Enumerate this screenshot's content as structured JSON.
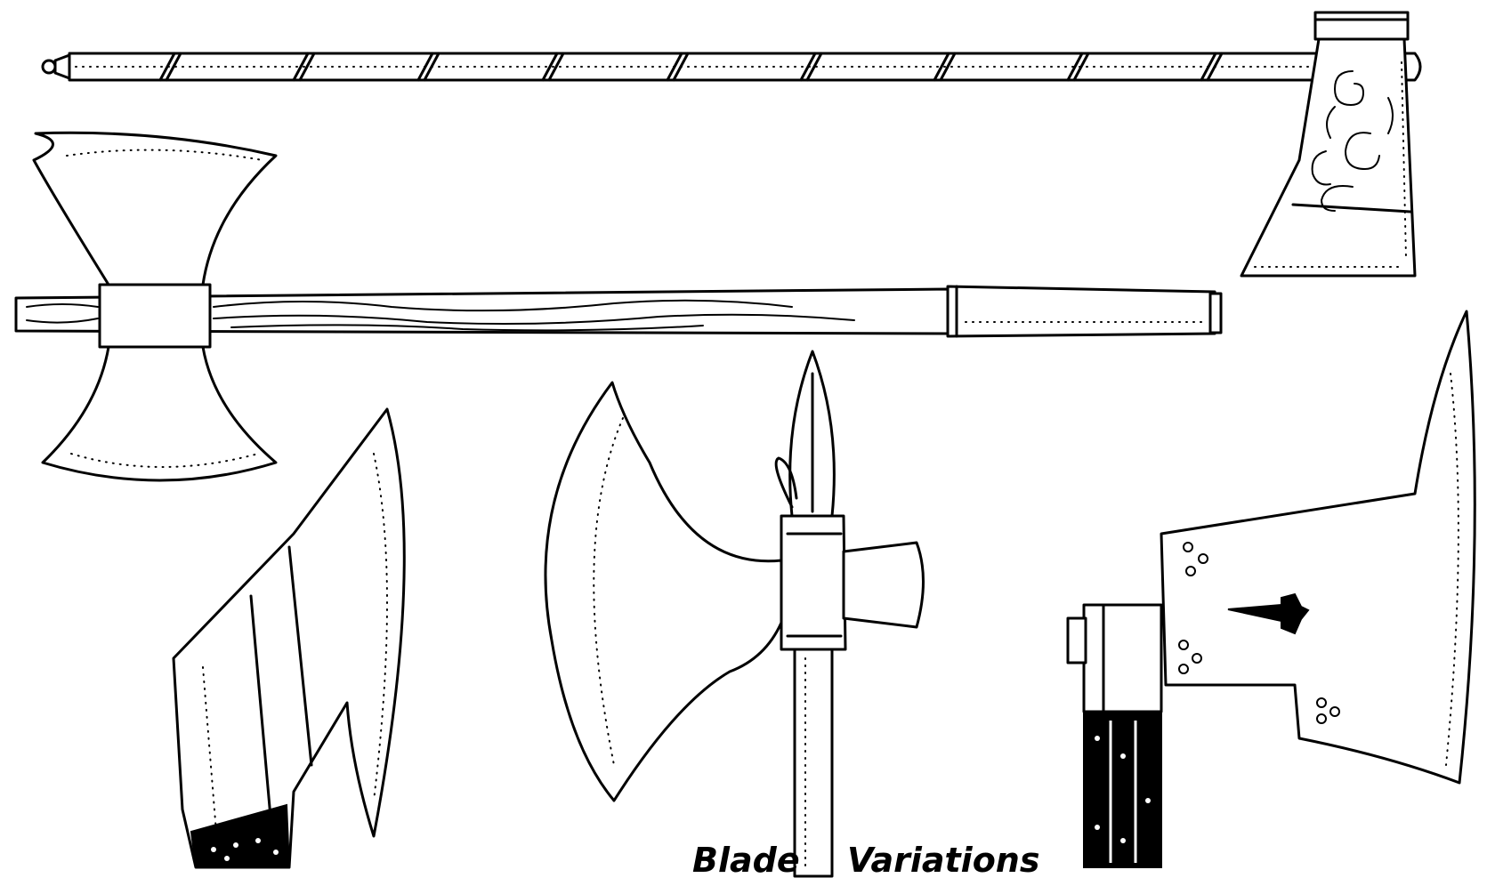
{
  "caption": {
    "word1": "Blade",
    "word2": "Variations"
  },
  "colors": {
    "ink": "#000000",
    "paper": "#ffffff"
  },
  "illustrations": [
    "long-bearded-axe",
    "double-bit-battle-axe",
    "bearded-axe-head",
    "halberd-spear-axe",
    "broad-axe-head"
  ]
}
